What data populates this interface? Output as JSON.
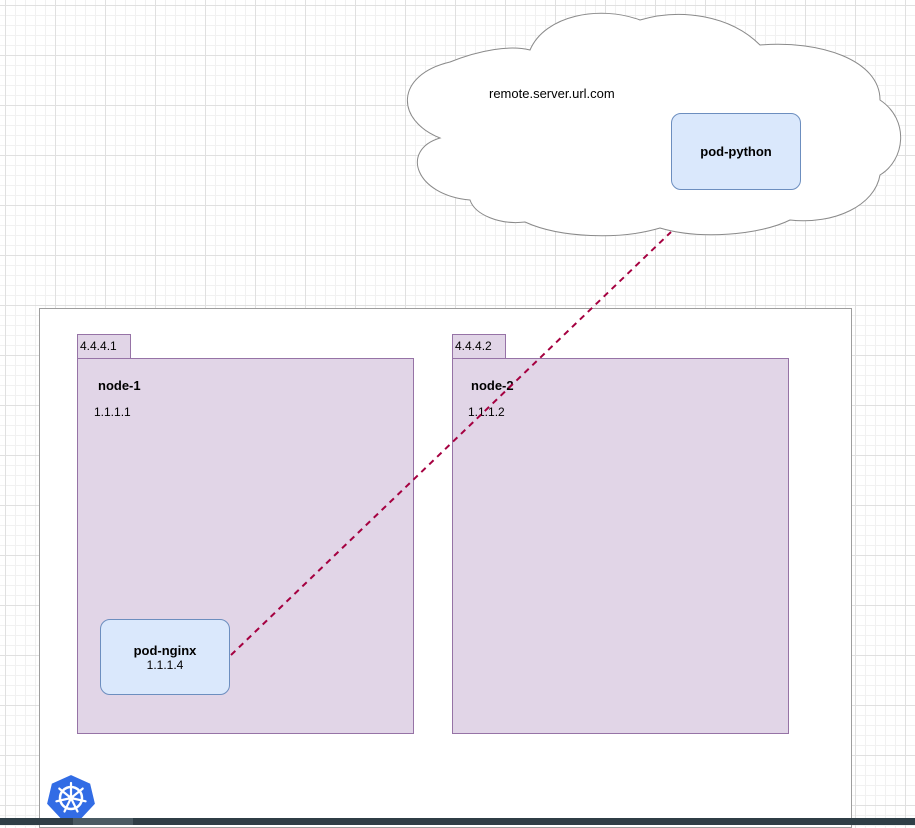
{
  "remote": {
    "server_url": "remote.server.url.com",
    "pod": {
      "name": "pod-python"
    }
  },
  "nodes": [
    {
      "tab": "4.4.4.1",
      "name": "node-1",
      "ip": "1.1.1.1"
    },
    {
      "tab": "4.4.4.2",
      "name": "node-2",
      "ip": "1.1.1.2"
    }
  ],
  "pods": {
    "nginx": {
      "name": "pod-nginx",
      "ip": "1.1.1.4"
    }
  },
  "colors": {
    "node_fill": "#e1d5e7",
    "node_stroke": "#9673a6",
    "pod_fill": "#dae8fc",
    "pod_stroke": "#6c8ebf",
    "connection": "#a50040",
    "kubernetes_blue": "#326ce5"
  },
  "icons": {
    "cloud": "cloud-shape",
    "logo": "kubernetes-logo-icon"
  }
}
